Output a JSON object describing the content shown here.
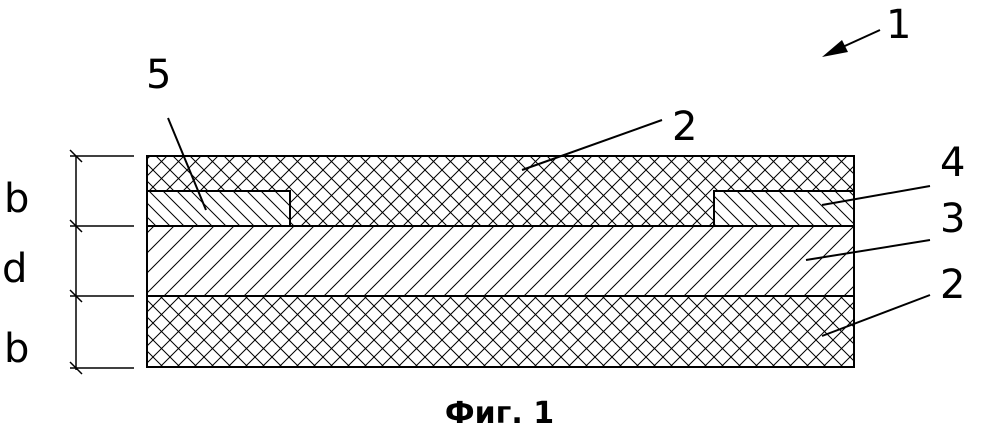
{
  "figure": {
    "assembly_number": "1",
    "caption": "Фиг. 1",
    "layer_labels": {
      "top_cover": "2",
      "bottom_cover": "2",
      "core": "3",
      "insert_right": "4",
      "insert_left": "5"
    },
    "dimension_labels": {
      "top": "b",
      "middle": "d",
      "bottom": "b"
    }
  }
}
